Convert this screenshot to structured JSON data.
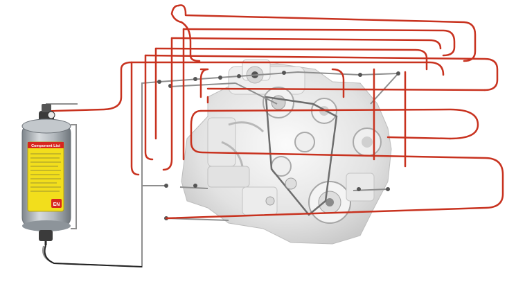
{
  "cylinder": {
    "label_title": "Component List",
    "label_warning": "EN",
    "colors": {
      "body": "#a9b0b6",
      "label": "#f2de1c",
      "label_accent": "#d7261e"
    }
  },
  "colors": {
    "tube": "#c8321f",
    "pipe": "#8e8e8e",
    "engine": "#e6e6e6",
    "background": "#ffffff"
  },
  "icons": [
    "suppression-cylinder",
    "engine",
    "detection-tube",
    "discharge-nozzle"
  ]
}
